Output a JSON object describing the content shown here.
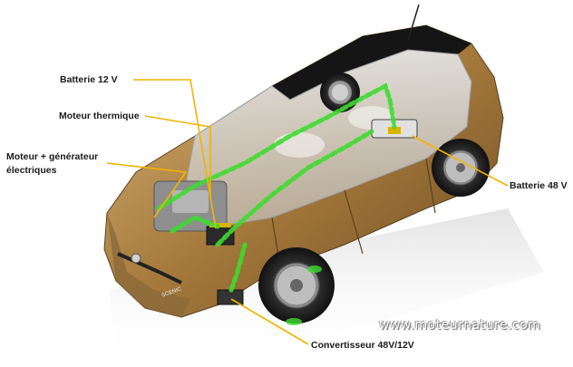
{
  "labels": {
    "batterie_12v": "Batterie 12 V",
    "moteur_thermique": "Moteur thermique",
    "moteur_generateur_line1": "Moteur + générateur",
    "moteur_generateur_line2": "électriques",
    "batterie_48v": "Batterie 48 V",
    "convertisseur": "Convertisseur 48V/12V"
  },
  "watermark": "www.moteurnature.com",
  "badge": "SCENIC",
  "colors": {
    "callout_line": "#f2b400",
    "energy_flow": "#3ddc2f",
    "body_gold": "#b48a4c",
    "roof_black": "#151515",
    "wheel_dark": "#2b2b2b"
  }
}
